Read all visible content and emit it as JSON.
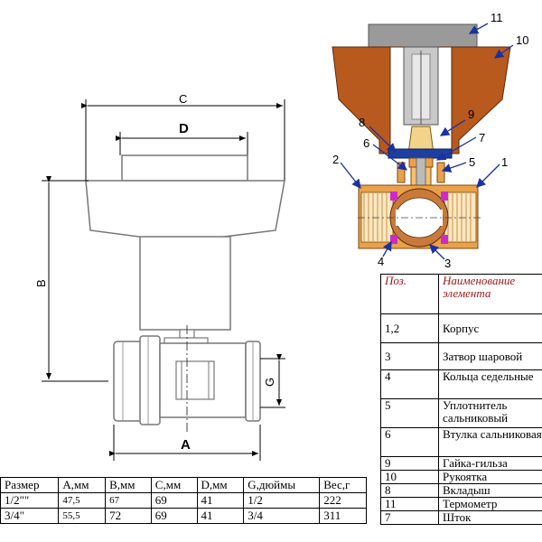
{
  "dimensions": {
    "c": "C",
    "d": "D",
    "b": "B",
    "a": "A",
    "g": "G"
  },
  "callouts": [
    "11",
    "10",
    "9",
    "8",
    "7",
    "6",
    "5",
    "2",
    "1",
    "4",
    "3"
  ],
  "spec_table": {
    "headers": [
      "Размер",
      "А,мм",
      "B,мм",
      "C,мм",
      "D,мм",
      "G,дюймы",
      "Вес,г"
    ],
    "rows": [
      [
        "1/2\"\"",
        "47,5",
        "67",
        "69",
        "41",
        "1/2",
        "222"
      ],
      [
        "3/4\"",
        "55,5",
        "72",
        "69",
        "41",
        "3/4",
        "311"
      ]
    ]
  },
  "parts_table": {
    "header_pos": "Поз.",
    "header_name": "Наименование элемента",
    "rows": [
      {
        "pos": "1,2",
        "name": "Корпус"
      },
      {
        "pos": "3",
        "name": "Затвор шаровой"
      },
      {
        "pos": "4",
        "name": "Кольца седельные"
      },
      {
        "pos": "5",
        "name": "Уплотнитель сальниковый"
      },
      {
        "pos": "6",
        "name": "Втулка сальниковая"
      },
      {
        "pos": "9",
        "name": "Гайка-гильза"
      },
      {
        "pos": "10",
        "name": "Рукоятка"
      },
      {
        "pos": "8",
        "name": "Вкладыш"
      },
      {
        "pos": "11",
        "name": "Термометр"
      },
      {
        "pos": "7",
        "name": "Шток"
      }
    ]
  },
  "colors": {
    "handle": "#b8591e",
    "body_brass": "#e9a24a",
    "seat_ring": "#cc2bcc",
    "ball": "#c97a3a",
    "steel": "#8c8c8c",
    "outline_grey": "#777777",
    "header_red": "#a01818",
    "arrow_blue": "#1a32a0"
  }
}
